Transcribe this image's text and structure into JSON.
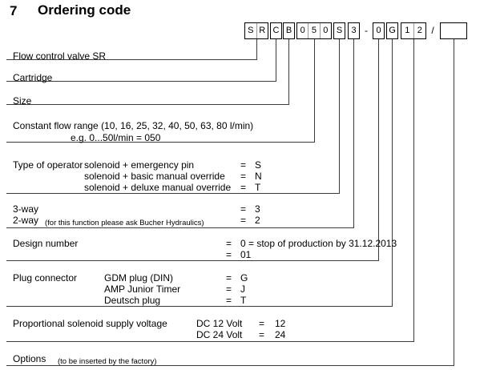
{
  "header": {
    "section_number": "7",
    "title": "Ordering code"
  },
  "code_string": {
    "groups": [
      {
        "name": "type-sr",
        "cells": [
          "S",
          "R"
        ]
      },
      {
        "name": "cartridge",
        "cells": [
          "C"
        ]
      },
      {
        "name": "size",
        "cells": [
          "B"
        ]
      },
      {
        "name": "flow-range",
        "cells": [
          "0",
          "5",
          "0"
        ]
      },
      {
        "name": "operator-type",
        "cells": [
          "S"
        ]
      },
      {
        "name": "way",
        "cells": [
          "3"
        ]
      },
      {
        "name": "dash-separator",
        "cells": [
          "-"
        ],
        "separator": true
      },
      {
        "name": "design-number",
        "cells": [
          "0"
        ]
      },
      {
        "name": "plug-connector",
        "cells": [
          "G"
        ]
      },
      {
        "name": "supply-voltage",
        "cells": [
          "1",
          "2"
        ]
      },
      {
        "name": "slash-separator",
        "cells": [
          "/"
        ],
        "separator": true
      },
      {
        "name": "options",
        "cells": [
          "",
          ""
        ]
      }
    ]
  },
  "rows": [
    {
      "name": "flow-control-valve",
      "label": "Flow control valve SR",
      "lines": []
    },
    {
      "name": "cartridge",
      "label": "Cartridge",
      "lines": []
    },
    {
      "name": "size",
      "label": "Size",
      "lines": []
    },
    {
      "name": "constant-flow-range",
      "label": "Constant flow range (10, 16, 25, 32, 40, 50, 63, 80 l/min)",
      "sublabel": "e.g. 0...50l/min = 050",
      "lines": []
    },
    {
      "name": "type-of-operator",
      "label": "Type of operator",
      "options": [
        {
          "text": "solenoid + emergency pin",
          "eq": "=",
          "value": "S"
        },
        {
          "text": "solenoid + basic manual override",
          "eq": "=",
          "value": "N"
        },
        {
          "text": "solenoid + deluxe manual override",
          "eq": "=",
          "value": "T"
        }
      ]
    },
    {
      "name": "way-configuration",
      "options": [
        {
          "text": "3-way",
          "note": "",
          "eq": "=",
          "value": "3"
        },
        {
          "text": "2-way",
          "note": "(for this function please ask Bucher Hydraulics)",
          "eq": "=",
          "value": "2"
        }
      ]
    },
    {
      "name": "design-number",
      "label": "Design number",
      "options": [
        {
          "text": "",
          "eq": "=",
          "value": "0 = stop of production by 31.12.2013"
        },
        {
          "text": "",
          "eq": "=",
          "value": "01"
        }
      ]
    },
    {
      "name": "plug-connector",
      "label": "Plug connector",
      "options": [
        {
          "text": "GDM plug (DIN)",
          "eq": "=",
          "value": "G"
        },
        {
          "text": "AMP Junior Timer",
          "eq": "=",
          "value": "J"
        },
        {
          "text": "Deutsch plug",
          "eq": "=",
          "value": "T"
        }
      ]
    },
    {
      "name": "supply-voltage",
      "label": "Proportional solenoid supply voltage",
      "options": [
        {
          "text": "DC 12 Volt",
          "eq": "=",
          "value": "12"
        },
        {
          "text": "DC 24 Volt",
          "eq": "=",
          "value": "24"
        }
      ]
    },
    {
      "name": "options",
      "label": "Options",
      "note": "(to be inserted by the factory)"
    }
  ],
  "colors": {
    "ink": "#000000",
    "rule": "#3c3c3c",
    "cell_divider": "#9a9a9a",
    "background": "#ffffff"
  }
}
